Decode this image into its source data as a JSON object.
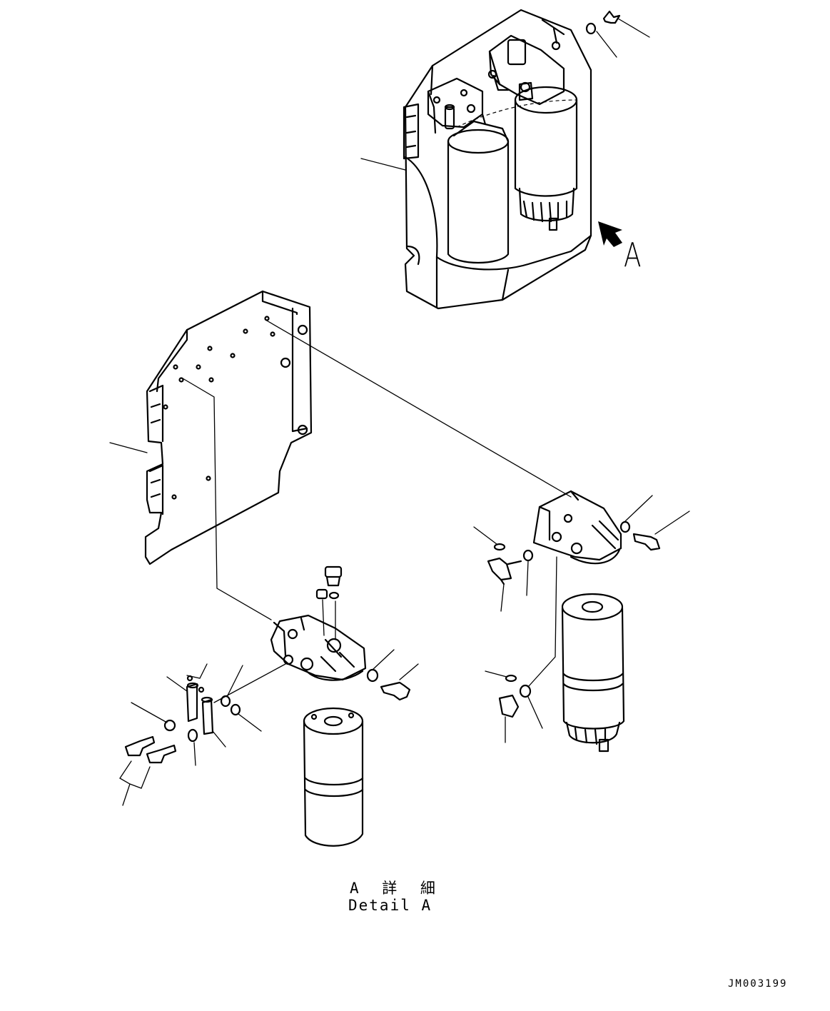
{
  "view_marker": {
    "label": "A"
  },
  "detail": {
    "title": "A 詳 細",
    "subtitle": "Detail A"
  },
  "drawing_code": "JM003199"
}
